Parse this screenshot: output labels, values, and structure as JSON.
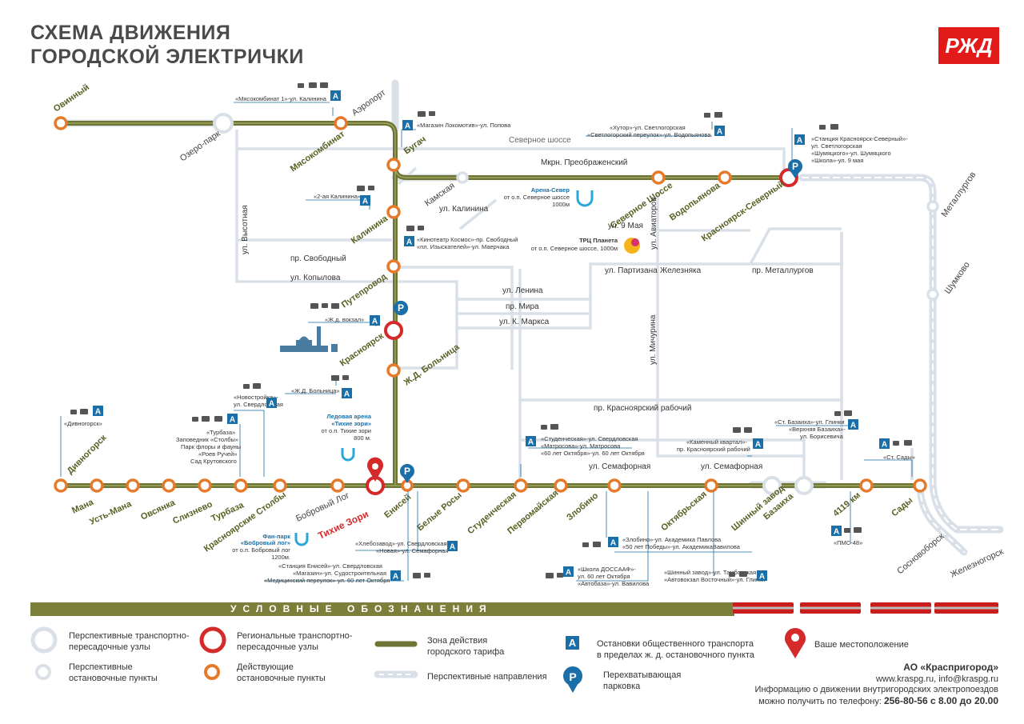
{
  "header": {
    "title_line1": "СХЕМА ДВИЖЕНИЯ",
    "title_line2": "ГОРОДСКОЙ ЭЛЕКТРИЧКИ",
    "logo_text": "РЖД"
  },
  "colors": {
    "tariff_line": "#6e7433",
    "station_orange": "#e67a2a",
    "hub_red": "#d42a2a",
    "street_gray": "#d9e0e8",
    "parking_blue": "#1a6fa8",
    "location_red": "#d42a2a"
  },
  "stations": {
    "ovinny": "Овинный",
    "myasokombinat": "Мясокомбинат",
    "aeroport": "Аэропорт",
    "ozero_park": "Озеро-парк",
    "bugach": "Бугач",
    "kamskaya": "Камская",
    "kalinina": "Калинина",
    "puteprovod": "Путепровод",
    "krasnoyarsk": "Красноярск",
    "zhd_bolnitsa": "Ж.Д. Больница",
    "severnoe_shosse": "Северное Шоссе",
    "vodopyanova": "Водопьянова",
    "krasnoyarsk_severny": "Красноярск-Северный",
    "metallurgov": "Металлургов",
    "shumkovo": "Шумково",
    "divnogorsk": "Дивногорск",
    "mana": "Мана",
    "ust_mana": "Усть-Мана",
    "ovsyanka": "Овсянка",
    "sliznevo": "Слизнево",
    "turbaza": "Турбаза",
    "kr_stolby": "Красноярские Столбы",
    "bobrovy_log": "Бобровый Лог",
    "tikhie_zori": "Тихие Зори",
    "eniseĭ": "Енисей",
    "belye_rosy": "Белые Росы",
    "studencheskaya": "Студенческая",
    "pervomayskaya": "Первомайская",
    "zlobino": "Злобино",
    "oktyabrskaya": "Октябрьская",
    "shinny_zavod": "Шинный завод",
    "bazaikha": "Базаиха",
    "km4119": "4119 км",
    "sady": "Сады",
    "sosnovoborsk": "Сосновоборск",
    "zheleznogorsk": "Железногорск"
  },
  "streets": {
    "severnoe_shosse": "Северное шоссе",
    "mkrn_preobrazh": "Мкрн. Преображенский",
    "ul_kalinina": "ул. Калинина",
    "ul_9_maya": "ул. 9 Мая",
    "ul_aviatorov": "ул. Авиаторов",
    "ul_vysotnaya": "ул. Высотная",
    "pr_svobodny": "пр. Свободный",
    "ul_kopylova": "ул. Копылова",
    "ul_partizana": "ул. Партизана",
    "zheleznyaka": "Железняка",
    "pr_metallurgov": "пр. Металлургов",
    "ul_lenina": "ул. Ленина",
    "pr_mira": "пр. Мира",
    "ul_k_marksa": "ул. К. Маркса",
    "ul_michurina": "ул. Мичурина",
    "pr_kr_rabochy": "пр. Красноярский  рабочий",
    "ul_semafornaya1": "ул. Семафорная",
    "ul_semafornaya2": "ул. Семафорная"
  },
  "stops": {
    "s1": "«Мясокомбинат 1»-ул. Калинина",
    "s2": "«Магазин Локомотив»-ул. Попова",
    "s3a": "«Хутор»-ул. Светлогорская",
    "s3b": "«Светлогорский переулок»-ул. Водопьянова",
    "s4a": "«Станция Красноярск-Северный»-",
    "s4b": "ул. Светлогорская",
    "s4c": "«Шумяцкого»-ул. Шумяцкого",
    "s4d": "«Школа»-ул. 9 мая",
    "s5": "«2-ая Калинина»",
    "s6a": "«Кинотеатр Космос»-пр. Свободный",
    "s6b": "«пл. Изыскателей»-ул. Маерчака",
    "s7": "«Ж.д. вокзал»",
    "s8": "«Ж.Д. Больница»",
    "s9a": "«Новостройка»-",
    "s9b": "ул. Свердловская",
    "s10": "«Дивногорск»",
    "s11a": "«Турбаза»",
    "s11b": "Заповедник «Столбы»",
    "s11c": "Парк флоры и фауны",
    "s11d": "«Роев Ручей»",
    "s11e": "Сад Крутовского",
    "s12a": "«Студенческая»-ул. Свердловская",
    "s12b": "«Матросова»-ул. Матросова",
    "s12c": "«60 лет Октября»-ул. 60 лет Октября",
    "s13a": "«Каменный квартал»-",
    "s13b": "пр. Красноярский рабочий",
    "s14a": "«Ст. Базаиха»-ул. Глинки",
    "s14b": "«Верхняя Базаиха»-",
    "s14c": "ул. Борисевича",
    "s15": "«Ст. Сады»",
    "s16a": "«Хлебозавод»-ул. Свердловская",
    "s16b": "«Новая»-ул. Семафорная",
    "s17a": "«Станция Енисей»-ул. Свердловская",
    "s17b": "«Магазин»-ул. Судостроительная",
    "s17c": "«Медицинский переулок»-ул. 60 лет Октября",
    "s18a": "«Школа ДОССААФ»-",
    "s18b": "ул. 60 лет Октября",
    "s18c": "«Автобаза»-ул. Вавилова",
    "s19a": "«Злобино»-ул. Академика Павлова",
    "s19b": "«50 лет Победы»-ул. АкадемикаВавилова",
    "s20a": "«Шинный завод»-ул. Тамбовская",
    "s20b": "«Автовокзал Восточный»-ул. Глинки",
    "s21": "«ПМС-48»"
  },
  "pois": {
    "arena_sever_t": "Арена-Север",
    "arena_sever_d1": "от о.п. Северное шоссе",
    "arena_sever_d2": "1000м",
    "planeta_t": "ТРЦ Планета",
    "planeta_d": "от о.п. Северное шоссе, 1000м",
    "ice_t1": "Ледовая арена",
    "ice_t2": "«Тихие зори»",
    "ice_d1": "от о.п. Тихие зори",
    "ice_d2": "800 м.",
    "fan_t1": "Фан-парк",
    "fan_t2": "«Бобровый лог»",
    "fan_d1": "от о.п. Бобровый лог",
    "fan_d2": "1200м."
  },
  "legend": {
    "header": "УСЛОВНЫЕ   ОБОЗНАЧЕНИЯ",
    "item1a": "Перспективные транспортно-",
    "item1b": "пересадочные узлы",
    "item2a": "Перспективные",
    "item2b": "остановочные пункты",
    "item3a": "Региональные транспортно-",
    "item3b": "пересадочные узлы",
    "item4a": "Действующие",
    "item4b": "остановочные пункты",
    "item5a": "Зона действия",
    "item5b": "городского тарифа",
    "item6": "Перспективные направления",
    "item7a": "Остановки общественного транспорта",
    "item7b": "в пределах ж. д. остановочного пункта",
    "item8a": "Перехватывающая",
    "item8b": "парковка",
    "item9": "Ваше местоположение",
    "stop_icon": "A",
    "parking_icon": "P"
  },
  "company": {
    "name": "АО «Краспригород»",
    "contacts": "www.kraspg.ru, info@kraspg.ru",
    "info": "Информацию о движении внутригородских электропоездов",
    "phone_prefix": "можно получить по телефону: ",
    "phone": "256-80-56 с 8.00 до 20.00"
  }
}
